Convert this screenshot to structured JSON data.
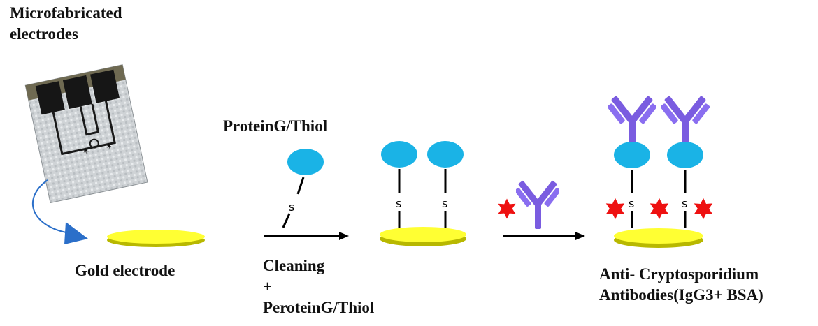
{
  "labels": {
    "microfabricated_line1": "Microfabricated",
    "microfabricated_line2": "electrodes",
    "gold_electrode": "Gold electrode",
    "protein_thiol": "ProteinG/Thiol",
    "cleaning": "Cleaning",
    "plus": "+",
    "perotein_thiol": "PeroteinG/Thiol",
    "anti_line1": "Anti- Cryptosporidium",
    "anti_line2": "Antibodies(IgG3+ BSA)",
    "sulfur": "s"
  },
  "colors": {
    "gold": "#ffff33",
    "gold_dark": "#b8b800",
    "proteinG": "#1ab3e6",
    "antibody": "#7a5ce0",
    "bsa": "#ee1111",
    "arrow": "#000000",
    "curve_arrow": "#2b6fc9",
    "text": "#111111"
  },
  "icons": {
    "electrode_photo": "electrode-chip-photo-icon",
    "antibody": "antibody-y-icon",
    "bsa": "star-icon",
    "proteinG": "protein-ellipse-icon"
  }
}
